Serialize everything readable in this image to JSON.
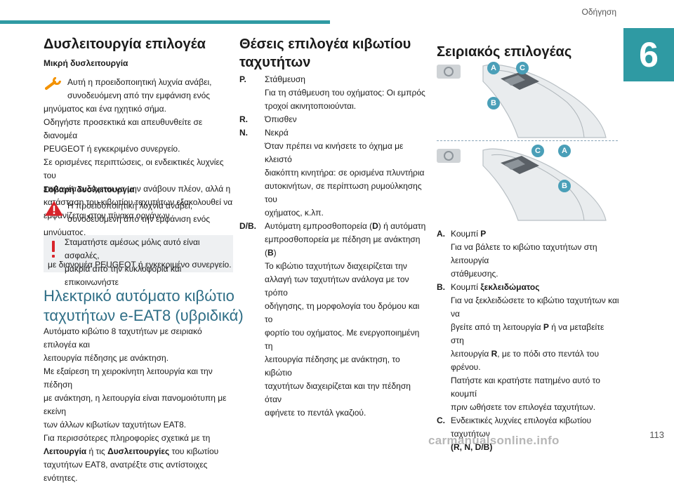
{
  "header": {
    "section": "Οδήγηση",
    "chapter_number": "6",
    "page_number": "113"
  },
  "col1": {
    "title": "Δυσλειτουργία επιλογέα",
    "minor": {
      "heading": "Μικρή δυσλειτουργία",
      "lines": [
        "Αυτή η προειδοποιητική λυχνία ανάβει,",
        "συνοδευόμενη από την εμφάνιση ενός",
        "μηνύματος και ένα ηχητικό σήμα.",
        "Οδηγήστε προσεκτικά και απευθυνθείτε σε διανομέα",
        "PEUGEOT ή εγκεκριμένο συνεργείο.",
        "Σε ορισμένες περιπτώσεις, οι ενδεικτικές λυχνίες του",
        "επιλογέα ενδέχεται να μην ανάβουν πλέον, αλλά η",
        "κατάσταση του κιβωτίου ταχυτήτων εξακολουθεί να",
        "εμφανίζεται στον πίνακα οργάνων."
      ]
    },
    "major": {
      "heading": "Σοβαρή δυσλειτουργία",
      "lines": [
        "Η προειδοποιητική λυχνία ανάβει,",
        "συνοδευόμενη από την εμφάνιση ενός",
        "μηνύματος."
      ]
    },
    "warning": {
      "lines": [
        "Σταματήστε αμέσως μόλις αυτό είναι ασφαλές,",
        "μακριά από την κυκλοφορία και επικοινωνήστε",
        "με διανομέα PEUGEOT ή εγκεκριμένο συνεργείο."
      ]
    },
    "ehybrid": {
      "title_line1": "Ηλεκτρικό αυτόματο κιβώτιο",
      "title_line2": "ταχυτήτων e-EAT8 (υβριδικά)",
      "lines": [
        "Αυτόματο κιβώτιο 8 ταχυτήτων με σειριακό επιλογέα και",
        "λειτουργία πέδησης με ανάκτηση.",
        "Με εξαίρεση τη χειροκίνητη λειτουργία και την πέδηση",
        "με ανάκτηση, η λειτουργία είναι πανομοιότυπη με εκείνη",
        "των άλλων κιβωτίων ταχυτήτων EAT8.",
        "Για περισσότερες πληροφορίες σχετικά με τη"
      ],
      "ref_bold1": "Λειτουργία",
      "ref_mid": " ή τις ",
      "ref_bold2": "Δυσλειτουργίες",
      "ref_end": " του κιβωτίου",
      "last_line": "ταχυτήτων EAT8, ανατρέξτε στις αντίστοιχες ενότητες."
    }
  },
  "col2": {
    "title_line1": "Θέσεις επιλογέα κιβωτίου",
    "title_line2": "ταχυτήτων",
    "items": [
      {
        "key": "P.",
        "lines": [
          "Στάθμευση",
          "Για τη στάθμευση του οχήματος: Οι εμπρός",
          "τροχοί ακινητοποιούνται."
        ]
      },
      {
        "key": "R.",
        "lines": [
          "Όπισθεν"
        ]
      },
      {
        "key": "N.",
        "lines": [
          "Νεκρά",
          "Όταν πρέπει να κινήσετε το όχημα με κλειστό",
          "διακόπτη κινητήρα: σε ορισμένα πλυντήρια",
          "αυτοκινήτων, σε περίπτωση ρυμούλκησης του",
          "οχήματος, κ.λπ."
        ]
      },
      {
        "key": "D/B.",
        "lines_rich": true,
        "l1a": "Αυτόματη εμπροσθοπορεία (",
        "l1b": "D",
        "l1c": ") ή αυτόματη",
        "l2a": "εμπροσθοπορεία με πέδηση με ανάκτηση (",
        "l2b": "B",
        "l2c": ")",
        "lines": [
          "Το κιβώτιο ταχυτήτων διαχειρίζεται την",
          "αλλαγή των ταχυτήτων ανάλογα με τον τρόπο",
          "οδήγησης, τη μορφολογία του δρόμου και το",
          "φορτίο του οχήματος. Με ενεργοποιημένη τη",
          "λειτουργία πέδησης με ανάκτηση, το κιβώτιο",
          "ταχυτήτων διαχειρίζεται και την πέδηση όταν",
          "αφήνετε το πεντάλ γκαζιού."
        ]
      }
    ]
  },
  "col3": {
    "title": "Σειριακός επιλογέας",
    "callouts": {
      "a": "A",
      "b": "B",
      "c": "C"
    },
    "legend": [
      {
        "key": "A.",
        "l1a": "Κουμπί ",
        "l1b": "P",
        "lines": [
          "Για να βάλετε το κιβώτιο ταχυτήτων στη λειτουργία",
          "στάθμευσης."
        ]
      },
      {
        "key": "B.",
        "l1a": "Κουμπί ",
        "l1b": "ξεκλειδώματος",
        "lines": [
          "Για να ξεκλειδώσετε το κιβώτιο ταχυτήτων και να"
        ],
        "l3a": "βγείτε από τη λειτουργία ",
        "l3b": "P",
        "l3c": " ή να μεταβείτε στη",
        "l4a": "λειτουργία ",
        "l4b": "R",
        "l4c": ", με το πόδι στο πεντάλ του φρένου.",
        "lines2": [
          "Πατήστε και κρατήστε πατημένο αυτό το κουμπί",
          "πριν ωθήσετε τον επιλογέα ταχυτήτων."
        ]
      },
      {
        "key": "C.",
        "l1a": "Ενδεικτικές λυχνίες επιλογέα κιβωτίου ταχυτήτων",
        "l2": "(R, N, D/B)"
      }
    ]
  },
  "footer": {
    "watermark": "carmanualsonline.info"
  },
  "colors": {
    "accent": "#2f9aa3",
    "title_blue": "#2f6e86",
    "callout": "#4a9fb8",
    "warning_red": "#d8232a",
    "wrench_orange": "#f39200"
  }
}
